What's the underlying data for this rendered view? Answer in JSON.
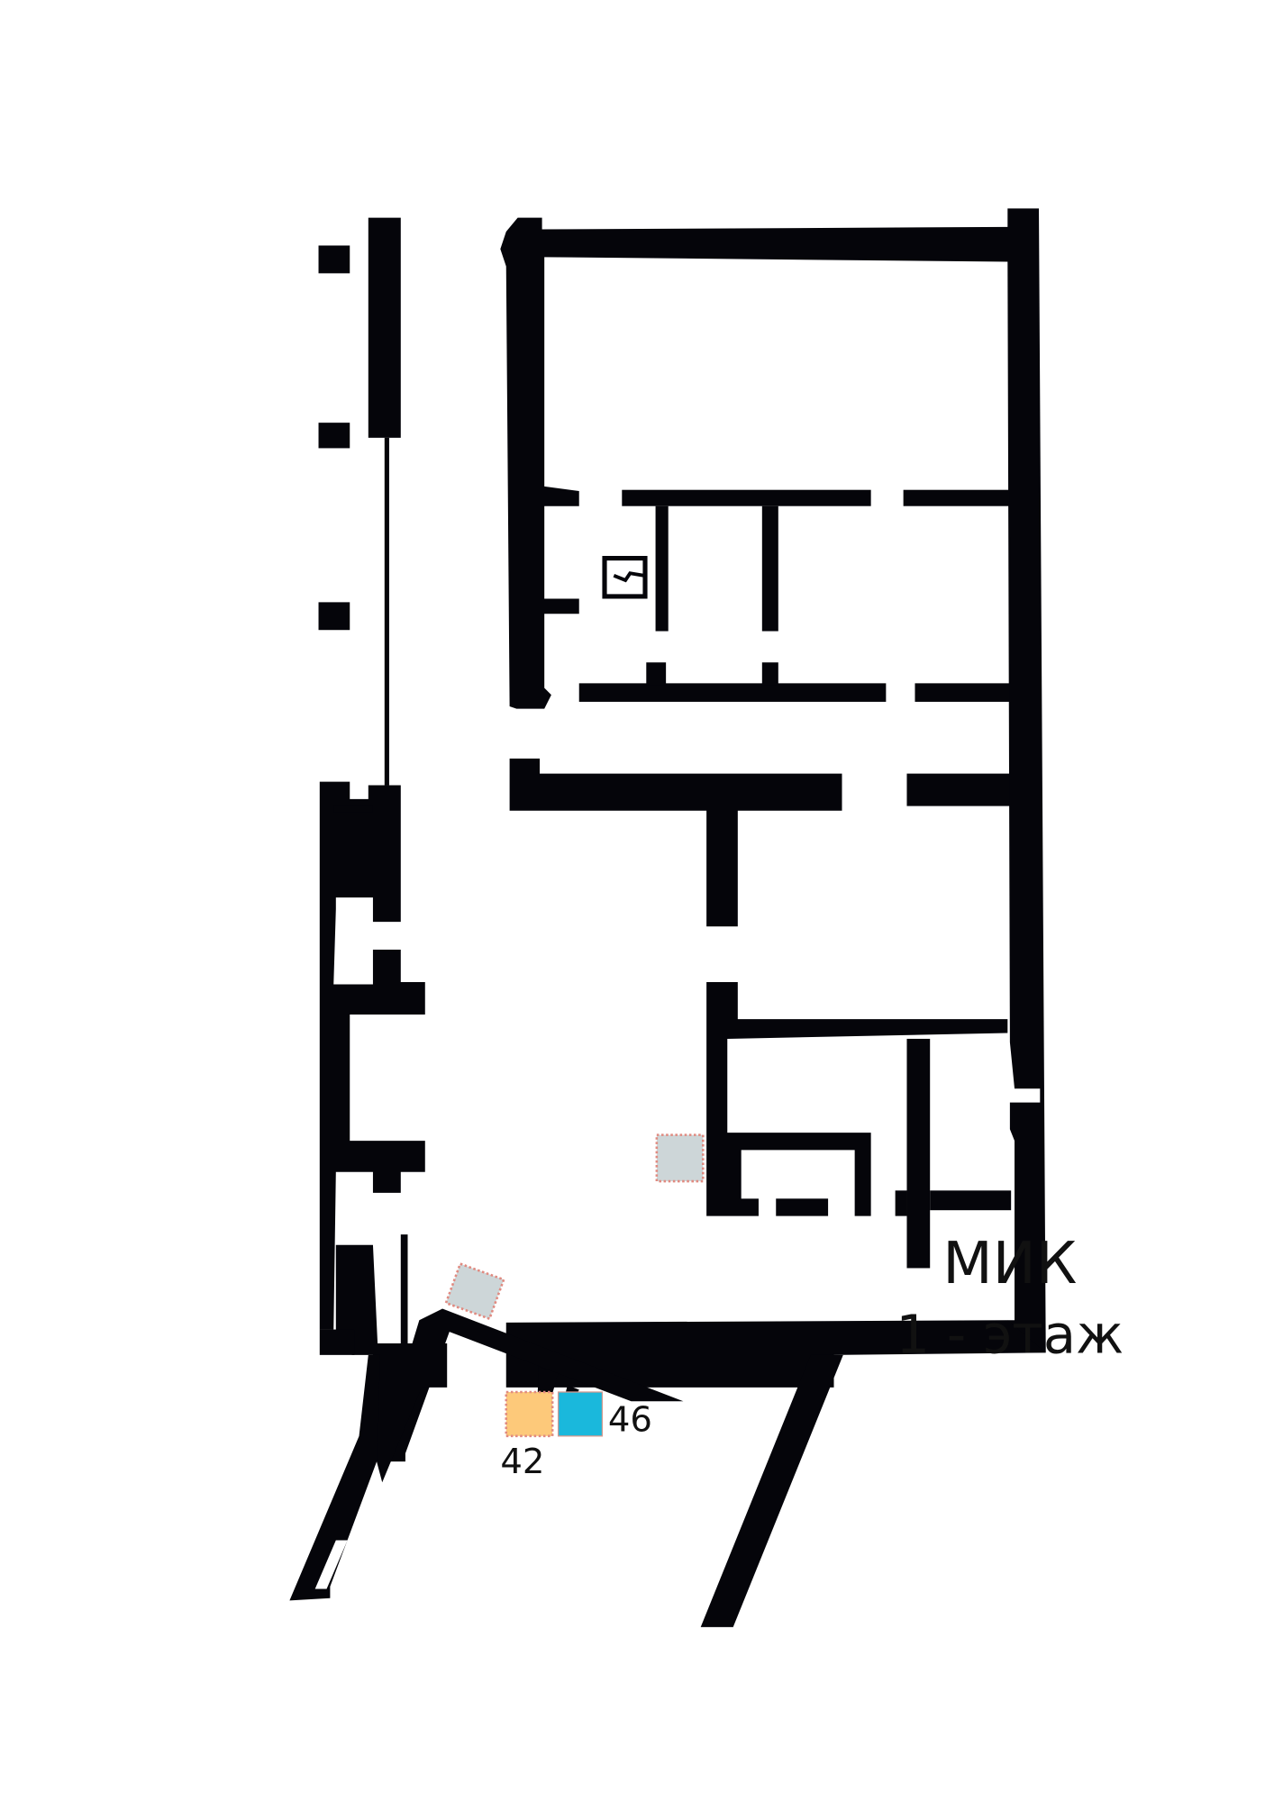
{
  "title": {
    "line1": "МИК",
    "line2": "1 - этаж"
  },
  "markers": [
    {
      "label": "42",
      "color": "#fdc97a",
      "border": "#e08a80"
    },
    {
      "label": "46",
      "color": "#1ab8dc",
      "border": "#e08a80"
    }
  ],
  "unlabeled_markers_color": "#cdd6d8"
}
